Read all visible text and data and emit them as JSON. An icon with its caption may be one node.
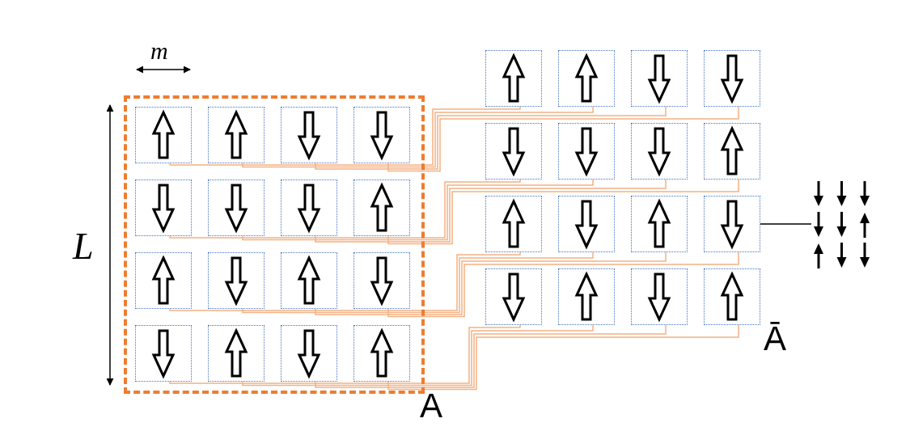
{
  "diagram": {
    "nodes": [
      {
        "text": [
          "A"
        ]
      },
      {
        "text": [],
        "shape": "box",
        "in": 0
      },
      {
        "text": [],
        "shape": "box",
        "in": 0
      },
      {
        "text": [],
        "shape": "box",
        "in": 0
      },
      {
        "text": [],
        "shape": "box",
        "in": 0
      },
      {
        "text": [],
        "shape": "box",
        "in": 0
      },
      {
        "text": [],
        "shape": "box",
        "in": 0
      },
      {
        "text": [],
        "shape": "box",
        "in": 0
      },
      {
        "text": [],
        "shape": "box",
        "in": 0
      },
      {
        "text": [],
        "shape": "box",
        "in": 0
      },
      {
        "text": [],
        "shape": "box",
        "in": 0
      },
      {
        "text": [],
        "shape": "box",
        "in": 0
      },
      {
        "text": [],
        "shape": "box",
        "in": 0
      },
      {
        "text": [],
        "shape": "box",
        "in": 0
      },
      {
        "text": [],
        "shape": "box",
        "in": 0
      },
      {
        "text": [],
        "shape": "box",
        "in": 0
      },
      {
        "text": [],
        "shape": "box",
        "in": 0
      },
      {
        "text": [],
        "shape": "box"
      },
      {
        "text": [],
        "shape": "box"
      },
      {
        "text": [],
        "shape": "box"
      },
      {
        "text": [],
        "shape": "box"
      },
      {
        "text": [],
        "shape": "box"
      },
      {
        "text": [],
        "shape": "box"
      },
      {
        "text": [],
        "shape": "box"
      },
      {
        "text": [],
        "shape": "box"
      },
      {
        "text": [],
        "shape": "box"
      },
      {
        "text": [],
        "shape": "box"
      },
      {
        "text": [],
        "shape": "box"
      },
      {
        "text": [],
        "shape": "box"
      },
      {
        "text": [],
        "shape": "box"
      },
      {
        "text": [],
        "shape": "box"
      },
      {
        "text": [],
        "shape": "box"
      },
      {
        "text": [],
        "shape": "box"
      },
      {
        "text": [],
        "shape": "picture"
      }
    ],
    "edges": [
      {
        "from": 1,
        "to": 17,
        "arrow": "none"
      },
      {
        "from": 2,
        "to": 18,
        "arrow": "none"
      },
      {
        "from": 3,
        "to": 19,
        "arrow": "none"
      },
      {
        "from": 4,
        "to": 20,
        "arrow": "none"
      },
      {
        "from": 5,
        "to": 21,
        "arrow": "none"
      },
      {
        "from": 6,
        "to": 22,
        "arrow": "none"
      },
      {
        "from": 7,
        "to": 23,
        "arrow": "none"
      },
      {
        "from": 8,
        "to": 24,
        "arrow": "none"
      },
      {
        "from": 9,
        "to": 25,
        "arrow": "none"
      },
      {
        "from": 10,
        "to": 26,
        "arrow": "none"
      },
      {
        "from": 11,
        "to": 27,
        "arrow": "none"
      },
      {
        "from": 12,
        "to": 28,
        "arrow": "none"
      },
      {
        "from": 13,
        "to": 29,
        "arrow": "none"
      },
      {
        "from": 14,
        "to": 30,
        "arrow": "none"
      },
      {
        "from": 15,
        "to": 31,
        "arrow": "none"
      },
      {
        "from": 16,
        "to": 32,
        "arrow": "none"
      },
      {
        "from": 28,
        "to": 33,
        "arrow": "none",
        "color": "#000000"
      }
    ],
    "labels": [
      "m",
      "L",
      "Ā"
    ]
  }
}
